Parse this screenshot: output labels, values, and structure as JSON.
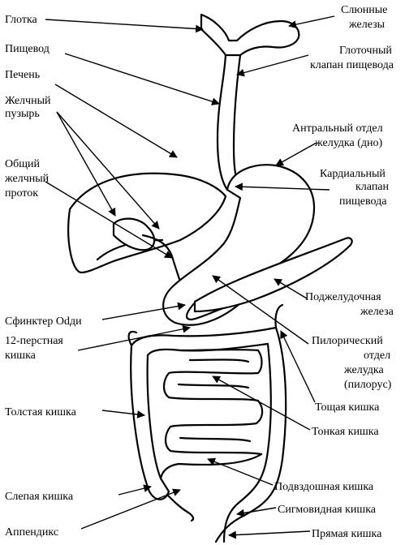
{
  "labels": {
    "pharynx": "Глотка",
    "salivary_1": "Слюнные",
    "salivary_2": "железы",
    "esophagus": "Пищевод",
    "pharyngeal_valve_1": "Глоточный",
    "pharyngeal_valve_2": "клапан пищевода",
    "liver": "Печень",
    "gallbladder_1": "Желчный",
    "gallbladder_2": "пузырь",
    "fundus_1": "Антральный отдел",
    "fundus_2": "желудка (дно)",
    "common_bile_duct_1": "Общий",
    "common_bile_duct_2": "желчный",
    "common_bile_duct_3": "проток",
    "cardiac_valve_1": "Кардиальный",
    "cardiac_valve_2": "клапан",
    "cardiac_valve_3": "пищевода",
    "pancreas_1": "Поджелудочная",
    "pancreas_2": "железа",
    "sphincter_oddi": "Сфинктер Odди",
    "pyloric_1": "Пилорический",
    "pyloric_2": "отдел",
    "pyloric_3": "желудка",
    "pyloric_4": "(пилорус)",
    "duodenum_1": "12-перстная",
    "duodenum_2": "кишка",
    "jejunum": "Тощая кишка",
    "colon": "Толстая кишка",
    "small_intestine": "Тонкая кишка",
    "ileum": "Подвздошная кишка",
    "cecum": "Слепая кишка",
    "sigmoid": "Сигмовидная кишка",
    "appendix": "Аппендикс",
    "rectum": "Прямая кишка"
  }
}
